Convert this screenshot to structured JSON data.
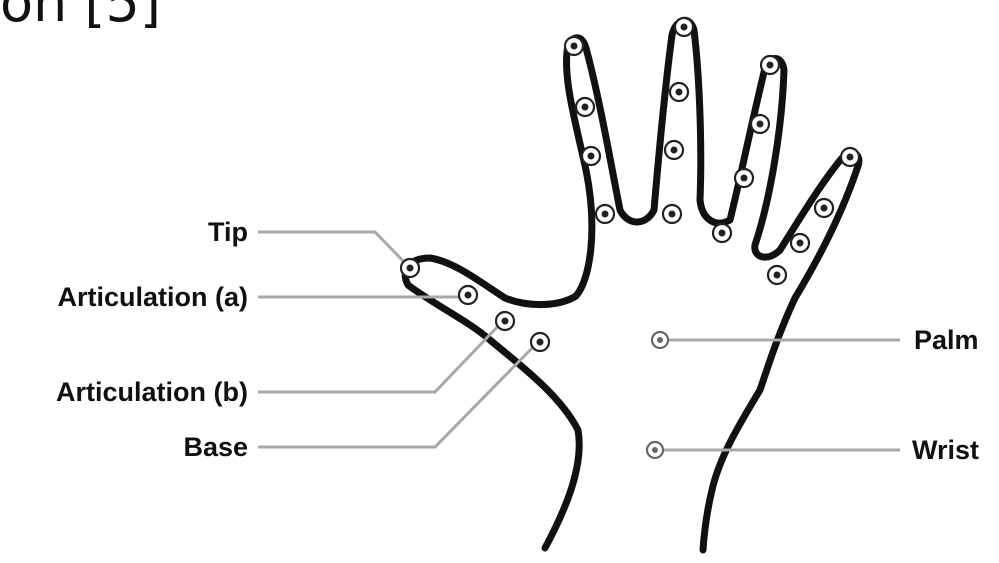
{
  "header_fragment": "on [5]",
  "labels": {
    "tip": "Tip",
    "articulation_a": "Articulation (a)",
    "articulation_b": "Articulation (b)",
    "base": "Base",
    "palm": "Palm",
    "wrist": "Wrist"
  },
  "colors": {
    "outline": "#111111",
    "leader_line": "#a8a8a8",
    "text": "#111111",
    "background": "#ffffff"
  },
  "keypoint_groups": [
    "thumb",
    "index",
    "middle",
    "ring",
    "pinky",
    "palm",
    "wrist"
  ]
}
